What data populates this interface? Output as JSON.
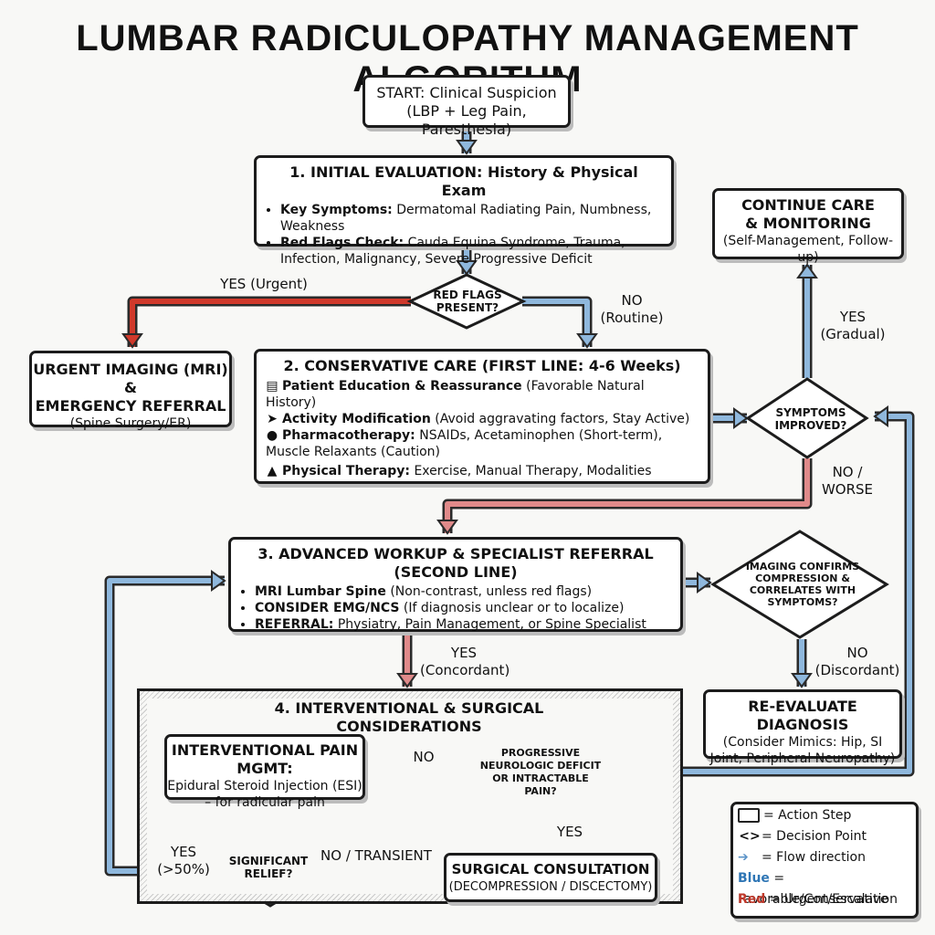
{
  "title": "LUMBAR RADICULOPATHY MANAGEMENT ALGORITHM",
  "colors": {
    "blue": "#8fb8dd",
    "red": "#e08a8a",
    "red_dark": "#d0392b",
    "outline": "#2a2a2a"
  },
  "start": {
    "line1": "START: Clinical Suspicion",
    "line2": "(LBP + Leg Pain, Paresthesia)"
  },
  "step1": {
    "title": "1. INITIAL EVALUATION: History & Physical Exam",
    "key_label": "Key Symptoms:",
    "key_text": " Dermatomal Radiating Pain, Numbness, Weakness",
    "red_label": "Red Flags Check:",
    "red_text": " Cauda Equina Syndrome, Trauma, Infection, Malignancy, Severe Progressive Deficit"
  },
  "redflags": {
    "text": "RED FLAGS PRESENT?",
    "yes": "YES (Urgent)",
    "no": "NO (Routine)"
  },
  "urgent": {
    "line1": "URGENT IMAGING (MRI) &",
    "line2": "EMERGENCY REFERRAL",
    "line3": "(Spine Surgery/ER)"
  },
  "step2": {
    "title": "2. CONSERVATIVE CARE (FIRST LINE: 4-6 Weeks)",
    "i1_label": "Patient Education & Reassurance",
    "i1_text": " (Favorable Natural History)",
    "i2_label": "Activity Modification",
    "i2_text": " (Avoid aggravating factors, Stay Active)",
    "i3_label": "Pharmacotherapy:",
    "i3_text": " NSAIDs, Acetaminophen (Short-term), Muscle Relaxants (Caution)",
    "i4_label": "Physical Therapy:",
    "i4_text": " Exercise, Manual Therapy, Modalities",
    "icons": [
      "document-icon",
      "running-person-icon",
      "pill-icon",
      "stretching-person-icon"
    ]
  },
  "improved": {
    "text": "SYMPTOMS IMPROVED?",
    "yes": "YES (Gradual)",
    "no": "NO / WORSE"
  },
  "continue": {
    "line1": "CONTINUE CARE",
    "line2": "& MONITORING",
    "line3": "(Self-Management, Follow-up)"
  },
  "step3": {
    "title": "3. ADVANCED WORKUP & SPECIALIST REFERRAL (SECOND LINE)",
    "i1_label": "MRI Lumbar Spine",
    "i1_text": " (Non-contrast, unless red flags)",
    "i2_label": "CONSIDER EMG/NCS",
    "i2_text": " (If diagnosis unclear or to localize)",
    "i3_label": "REFERRAL:",
    "i3_text": " Physiatry, Pain Management, or Spine Specialist"
  },
  "imaging": {
    "text": "IMAGING CONFIRMS COMPRESSION & CORRELATES WITH SYMPTOMS?",
    "yes": "YES (Concordant)",
    "no": "NO (Discordant)"
  },
  "reeval": {
    "line1": "RE-EVALUATE DIAGNOSIS",
    "line2": "(Consider Mimics: Hip, SI Joint, Peripheral Neuropathy)"
  },
  "step4": {
    "title": "4. INTERVENTIONAL & SURGICAL CONSIDERATIONS"
  },
  "interv": {
    "title": "INTERVENTIONAL PAIN MGMT:",
    "text": "Epidural Steroid Injection (ESI) – for radicular pain"
  },
  "progressive": {
    "text": "PROGRESSIVE NEUROLOGIC DEFICIT OR INTRACTABLE PAIN?",
    "yes": "YES",
    "no": "NO"
  },
  "relief": {
    "text": "SIGNIFICANT RELIEF?",
    "yes": "YES (>50%)",
    "no": "NO / TRANSIENT"
  },
  "surgical": {
    "line1": "SURGICAL CONSULTATION",
    "line2": "(DECOMPRESSION / DISCECTOMY)"
  },
  "legend": {
    "action": "= Action Step",
    "decision": "= Decision Point",
    "flow": "= Flow direction",
    "blue_word": "Blue",
    "blue_text": "= Favorable/Conservative",
    "red_word": "Red",
    "red_text": "= Urgent/Escalation"
  }
}
